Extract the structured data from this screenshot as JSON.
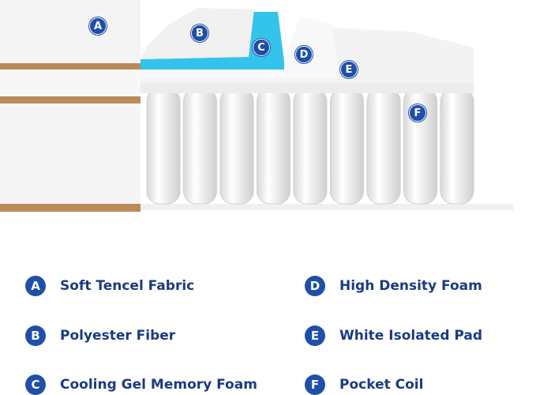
{
  "colors": {
    "badge": "#1f4fa8",
    "label": "#1c3a82",
    "gel": "#34c3ea",
    "edge": "#b98a5a"
  },
  "coil_count": 9,
  "badges": [
    {
      "letter": "A"
    },
    {
      "letter": "B"
    },
    {
      "letter": "C"
    },
    {
      "letter": "D"
    },
    {
      "letter": "E"
    },
    {
      "letter": "F"
    }
  ],
  "legend": [
    {
      "letter": "A",
      "label": "Soft Tencel Fabric"
    },
    {
      "letter": "B",
      "label": "Polyester Fiber"
    },
    {
      "letter": "C",
      "label": "Cooling Gel Memory Foam"
    },
    {
      "letter": "D",
      "label": "High Density Foam"
    },
    {
      "letter": "E",
      "label": "White Isolated Pad"
    },
    {
      "letter": "F",
      "label": "Pocket Coil"
    }
  ]
}
